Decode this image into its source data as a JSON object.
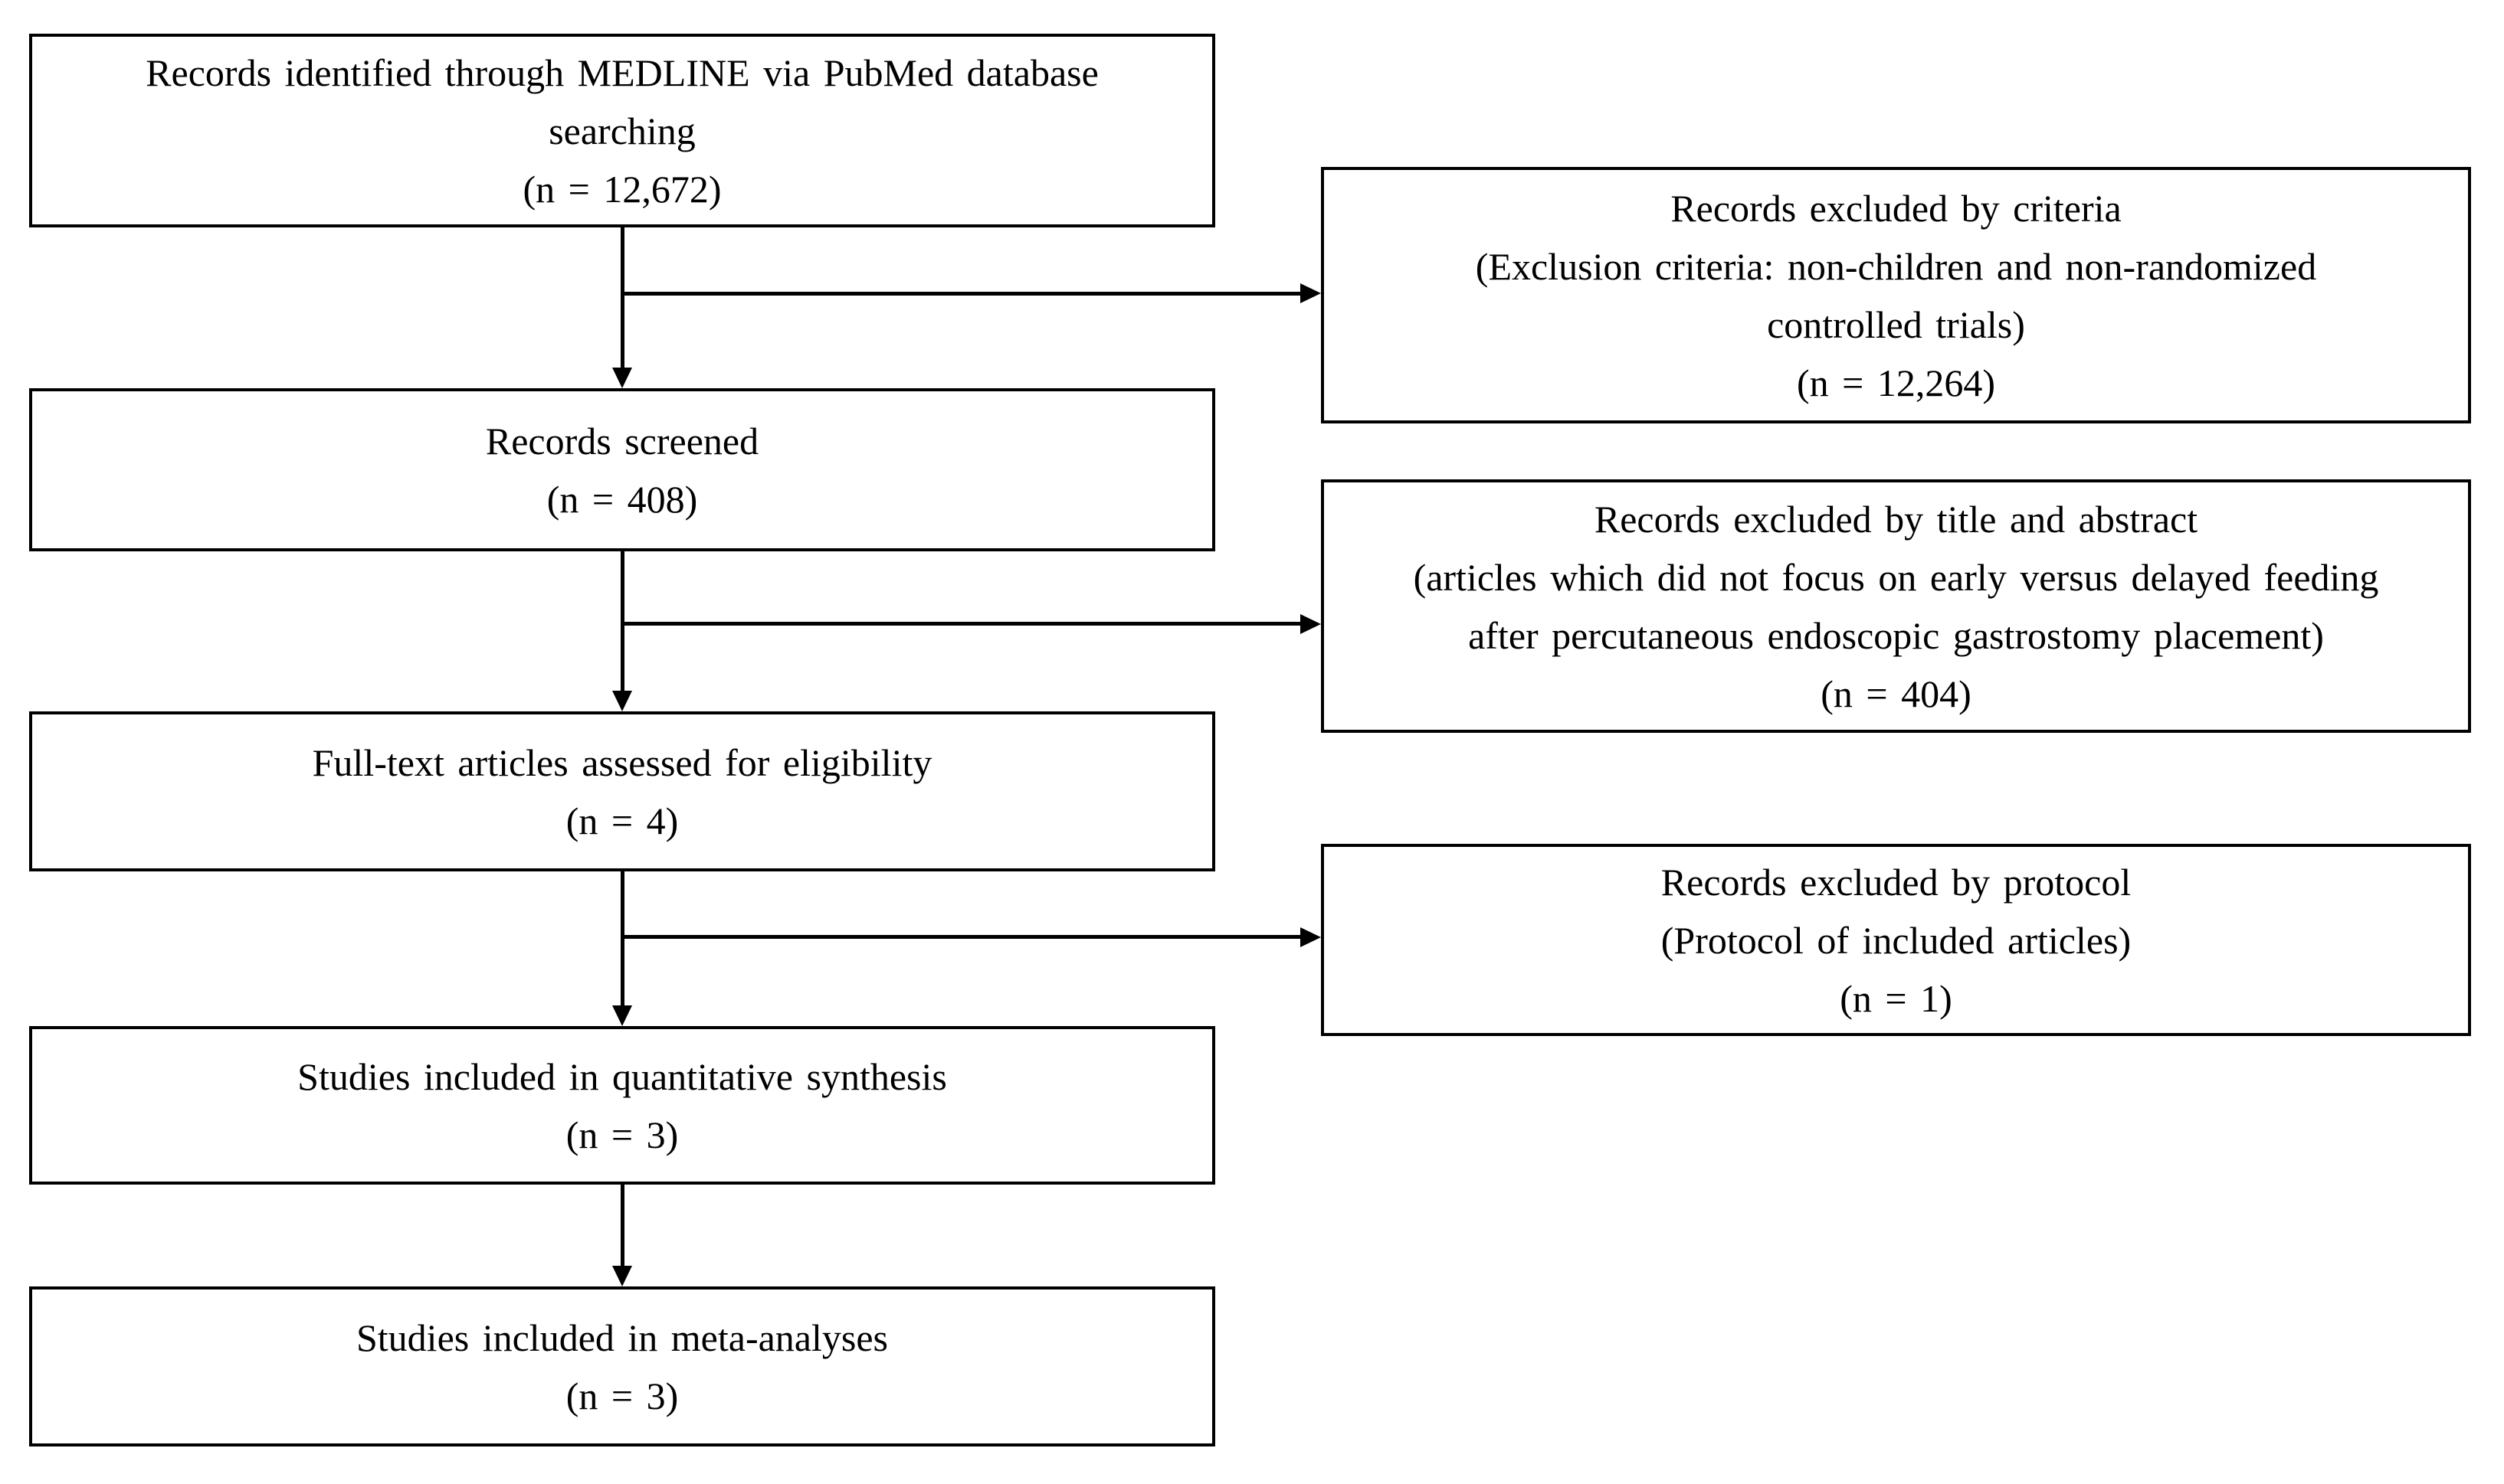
{
  "figure": {
    "background_color": "#ffffff",
    "line_color": "#000000",
    "text_color": "#000000"
  },
  "boxes": {
    "identified": {
      "label": "Records identified through MEDLINE via PubMed database\nsearching",
      "count": "(n = 12,672)"
    },
    "screened": {
      "label": "Records screened",
      "count": "(n = 408)"
    },
    "fulltext": {
      "label": "Full-text articles assessed for eligibility",
      "count": "(n = 4)"
    },
    "quantitative": {
      "label": "Studies included in quantitative synthesis",
      "count": "(n = 3)"
    },
    "meta_analyses": {
      "label": "Studies included in meta-analyses",
      "count": "(n = 3)"
    },
    "excluded_criteria": {
      "label": "Records excluded by criteria\n(Exclusion criteria: non-children and non-randomized\ncontrolled trials)",
      "count": "(n = 12,264)"
    },
    "excluded_title_abstract": {
      "label": "Records excluded by title and abstract\n(articles which did not focus on early versus delayed feeding\nafter percutaneous endoscopic gastrostomy placement)",
      "count": "(n = 404)"
    },
    "excluded_protocol": {
      "label": "Records excluded by protocol\n(Protocol of included articles)",
      "count": "(n = 1)"
    }
  }
}
